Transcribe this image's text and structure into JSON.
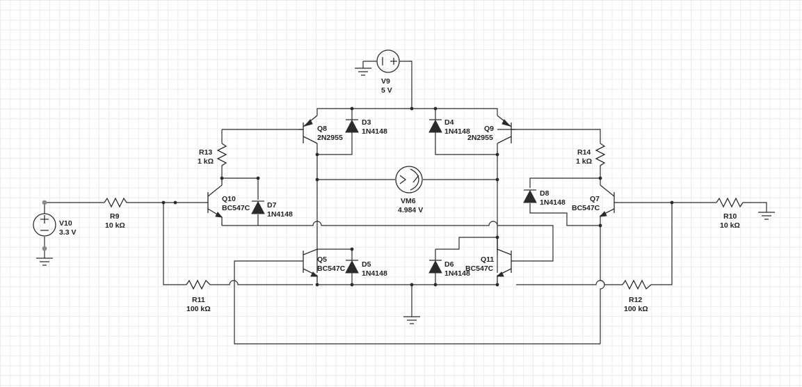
{
  "components": {
    "V9": {
      "name": "V9",
      "value": "5 V"
    },
    "V10": {
      "name": "V10",
      "value": "3.3 V"
    },
    "VM6": {
      "name": "VM6",
      "value": "4.984 V"
    },
    "R9": {
      "name": "R9",
      "value": "10 kΩ"
    },
    "R10": {
      "name": "R10",
      "value": "10 kΩ"
    },
    "R11": {
      "name": "R11",
      "value": "100 kΩ"
    },
    "R12": {
      "name": "R12",
      "value": "100 kΩ"
    },
    "R13": {
      "name": "R13",
      "value": "1 kΩ"
    },
    "R14": {
      "name": "R14",
      "value": "1 kΩ"
    },
    "Q5": {
      "name": "Q5",
      "value": "BC547C"
    },
    "Q7": {
      "name": "Q7",
      "value": "BC547C"
    },
    "Q8": {
      "name": "Q8",
      "value": "2N2955"
    },
    "Q9": {
      "name": "Q9",
      "value": "2N2955"
    },
    "Q10": {
      "name": "Q10",
      "value": "BC547C"
    },
    "Q11": {
      "name": "Q11",
      "value": "BC547C"
    },
    "D3": {
      "name": "D3",
      "value": "1N4148"
    },
    "D4": {
      "name": "D4",
      "value": "1N4148"
    },
    "D5": {
      "name": "D5",
      "value": "1N4148"
    },
    "D6": {
      "name": "D6",
      "value": "1N4148"
    },
    "D7": {
      "name": "D7",
      "value": "1N4148"
    },
    "D8": {
      "name": "D8",
      "value": "1N4148"
    }
  }
}
